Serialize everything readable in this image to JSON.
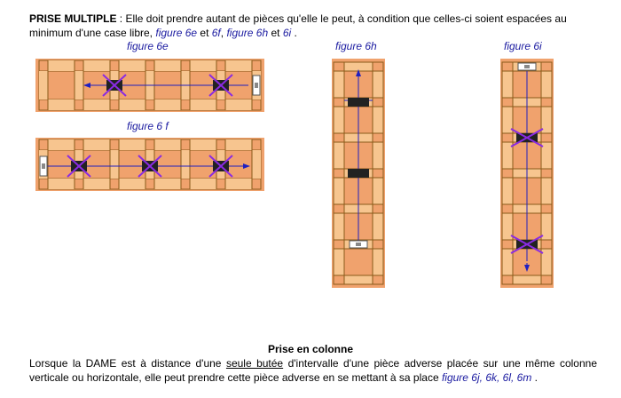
{
  "intro": {
    "bold": "PRISE MULTIPLE",
    "text1": " : Elle doit prendre autant de pièces qu'elle le peut, à condition que celles-ci soient espacées au minimum d'une case libre, ",
    "ref1": "figure 6e",
    "t2": " et ",
    "ref2": "6f",
    "t3": ", ",
    "ref3": "figure 6h",
    "t4": " et ",
    "ref4": "6i",
    "t5": " ."
  },
  "captions": {
    "fig6e": "figure 6e",
    "fig6f": "figure 6 f",
    "fig6h": "figure 6h",
    "fig6i": "figure 6i"
  },
  "section2": {
    "title": "Prise en colonne",
    "p1": "Lorsque la DAME est à distance d'une ",
    "underlined": "seule butée",
    "p2": " d'intervalle d'une pièce adverse placée sur une même colonne verticale ou horizontale, elle peut prendre cette pièce adverse en se mettant à sa place ",
    "refs": "figure 6j, 6k, 6l, 6m",
    "p3": " ."
  },
  "colors": {
    "board_light": "#f7c58f",
    "board_dark": "#ee9a66",
    "grid_line": "#8a5a1a",
    "arrow": "#2020c0",
    "cross": "#8a2be2"
  }
}
